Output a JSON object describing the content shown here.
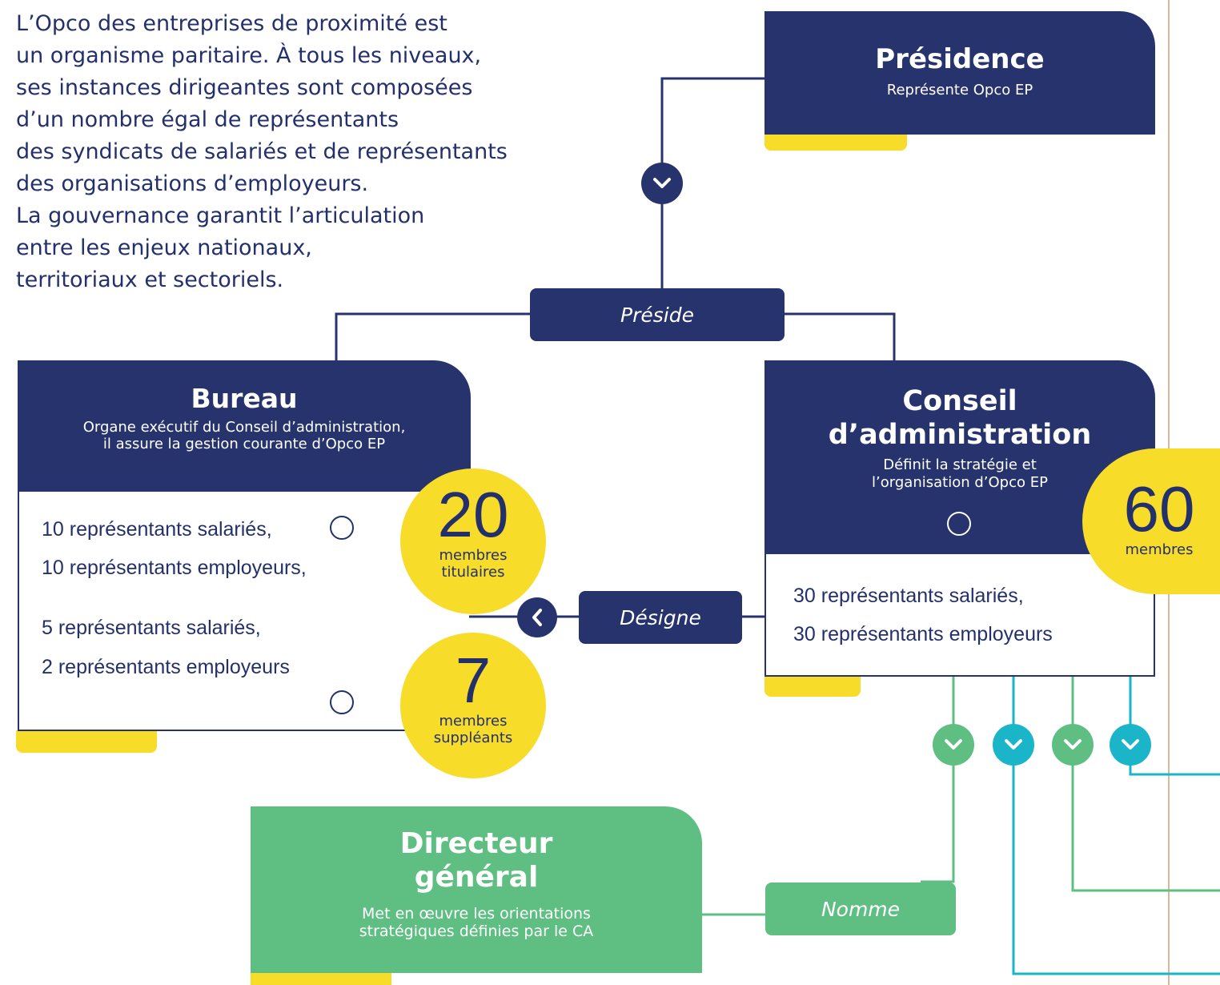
{
  "intro": {
    "lines": [
      "L’Opco des entreprises de proximité est",
      "un organisme paritaire. À tous les niveaux,",
      "ses instances dirigeantes sont composées",
      "d’un nombre égal de représentants",
      "des syndicats de salariés et de représentants",
      "des organisations d’employeurs.",
      "La gouvernance garantit l’articulation",
      "entre les enjeux nationaux,",
      "territoriaux et sectoriels."
    ]
  },
  "presidence": {
    "title": "Présidence",
    "subtitle": "Représente Opco EP"
  },
  "preside_label": "Préside",
  "bureau": {
    "title": "Bureau",
    "subtitle_line1": "Organe exécutif du Conseil d’administration,",
    "subtitle_line2": "il assure la gestion courante d’Opco EP",
    "titulaires": [
      "10 représentants salariés,",
      "10 représentants employeurs,"
    ],
    "suppleants": [
      "5 représentants salariés,",
      "2 représentants employeurs"
    ],
    "titulaires_count": "20",
    "titulaires_label_1": "membres",
    "titulaires_label_2": "titulaires",
    "suppleants_count": "7",
    "suppleants_label_1": "membres",
    "suppleants_label_2": "suppléants"
  },
  "designe_label": "Désigne",
  "conseil": {
    "title_line1": "Conseil",
    "title_line2": "d’administration",
    "subtitle_line1": "Définit la stratégie et",
    "subtitle_line2": "l’organisation d’Opco EP",
    "members": [
      "30 représentants salariés,",
      "30 représentants employeurs"
    ],
    "count": "60",
    "count_label": "membres"
  },
  "directeur": {
    "title_line1": "Directeur",
    "title_line2": "général",
    "subtitle_line1": "Met en œuvre les orientations",
    "subtitle_line2": "stratégiques définies par le CA"
  },
  "nomme_label": "Nomme",
  "colors": {
    "navy": "#27336d",
    "yellow": "#f7dc2a",
    "green": "#5fbf83",
    "teal": "#1bb5c9",
    "margin_line": "#d8b99a"
  },
  "icons": [
    "chevron-down-icon",
    "chevron-left-icon"
  ]
}
